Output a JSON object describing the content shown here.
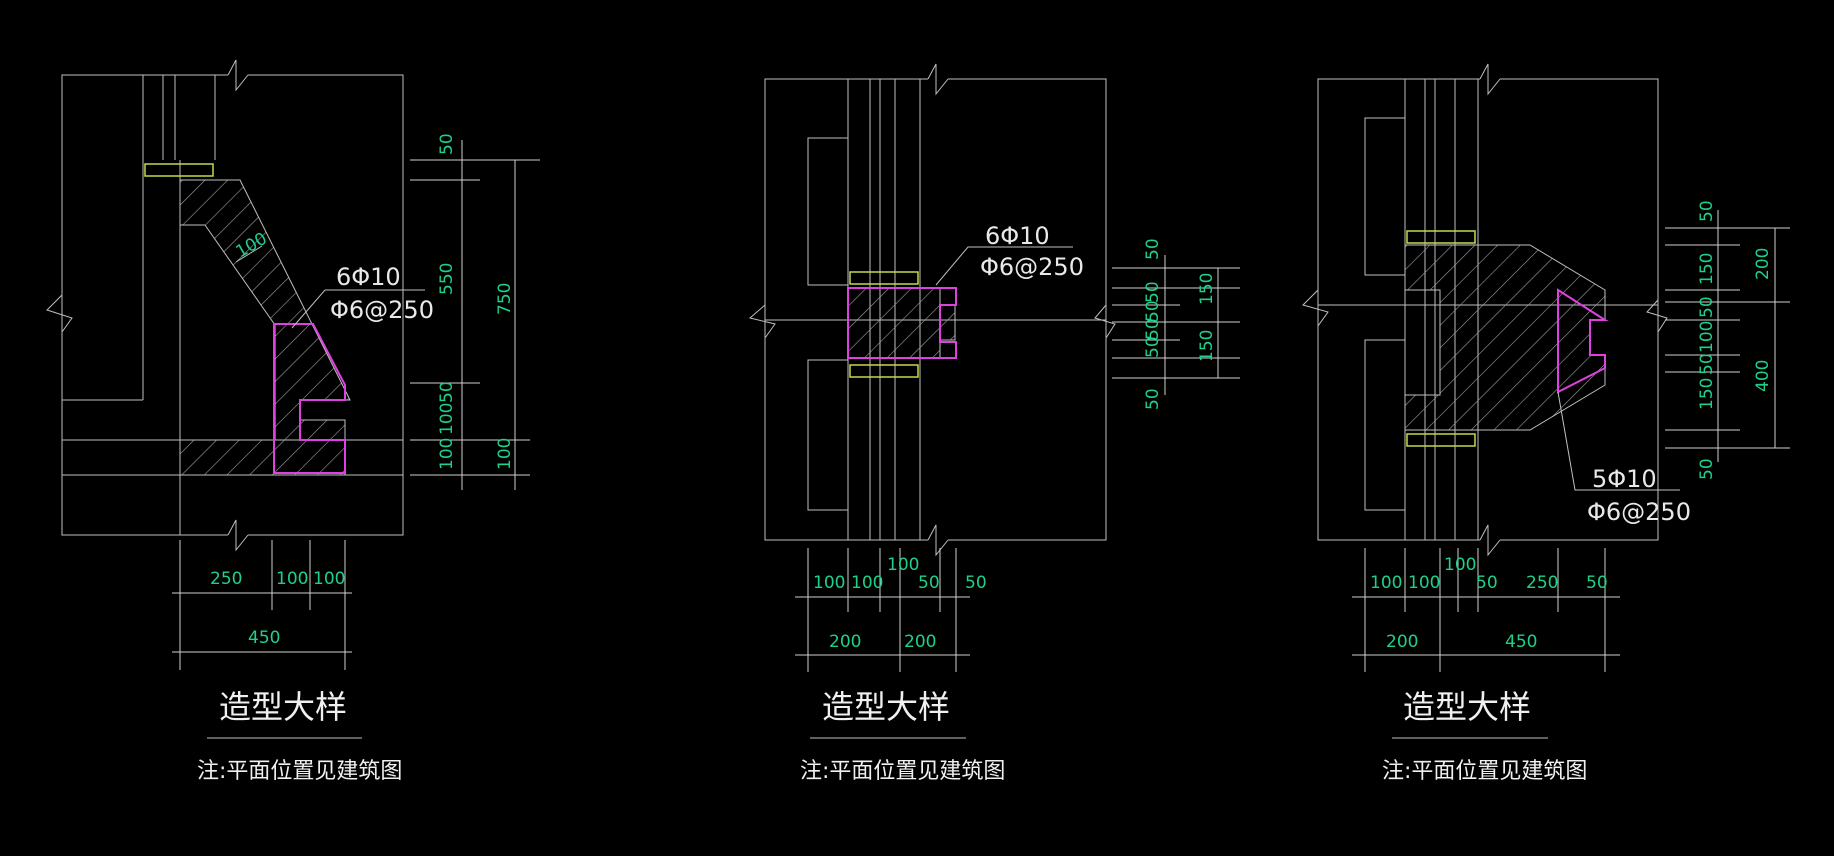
{
  "colors": {
    "background": "#000000",
    "outline": "#bfbfbf",
    "dimension_text": "#1fd08a",
    "rebar": "#e040e0",
    "lintel": "#c8d84a"
  },
  "details": [
    {
      "title": "造型大样",
      "note": "注:平面位置见建筑图",
      "rebar_main": "6Φ10",
      "rebar_stirrup": "Φ6@250",
      "slant_dim": "100",
      "bottom_dims_row1": [
        "250",
        "100",
        "100"
      ],
      "bottom_dims_row2": [
        "450"
      ],
      "right_dims_inner": [
        "50",
        "550",
        "50",
        "100",
        "100"
      ],
      "right_dims_outer": [
        "750",
        "100"
      ]
    },
    {
      "title": "造型大样",
      "note": "注:平面位置见建筑图",
      "rebar_main": "6Φ10",
      "rebar_stirrup": "Φ6@250",
      "bottom_dims_row1": [
        "100",
        "100",
        "100",
        "50",
        "50"
      ],
      "bottom_dims_row2": [
        "200",
        "200"
      ],
      "right_dims_inner": [
        "50",
        "50",
        "50",
        "50",
        "50",
        "50"
      ],
      "right_dims_outer": [
        "150",
        "150"
      ]
    },
    {
      "title": "造型大样",
      "note": "注:平面位置见建筑图",
      "rebar_main": "5Φ10",
      "rebar_stirrup": "Φ6@250",
      "bottom_dims_row1": [
        "100",
        "100",
        "100",
        "50",
        "250",
        "50"
      ],
      "bottom_dims_row2": [
        "200",
        "450"
      ],
      "right_dims_inner": [
        "50",
        "150",
        "50",
        "100",
        "50",
        "150",
        "50"
      ],
      "right_dims_outer": [
        "200",
        "400"
      ]
    }
  ]
}
